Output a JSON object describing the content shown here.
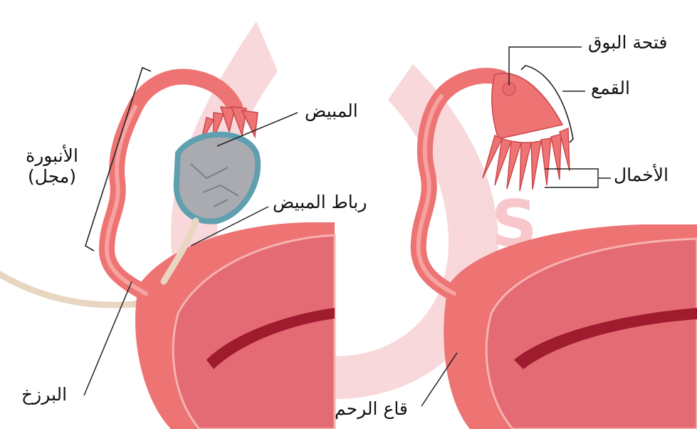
{
  "labels": {
    "ovary": "المبيض",
    "infundibulum": "الأنبورة",
    "ampulla": "(مجل)",
    "ovarian_ligament": "رباط المبيض",
    "isthmus": "البرزخ",
    "fundus": "قاع الرحم",
    "tubal_opening": "فتحة البوق",
    "funnel": "القمع",
    "fimbriae": "الأخمال"
  },
  "colors": {
    "tissue": "#ee7373",
    "tissue_dark": "#c9454b",
    "tissue_light": "#f6a2a0",
    "uterus_inner": "#e46a74",
    "cavity": "#9e1c2d",
    "ovary": "#a9abb0",
    "ovary_edge": "#5f9fb0",
    "ligament": "#e8d6c2",
    "watermark": "#f3b8bd",
    "leader": "#222222"
  }
}
